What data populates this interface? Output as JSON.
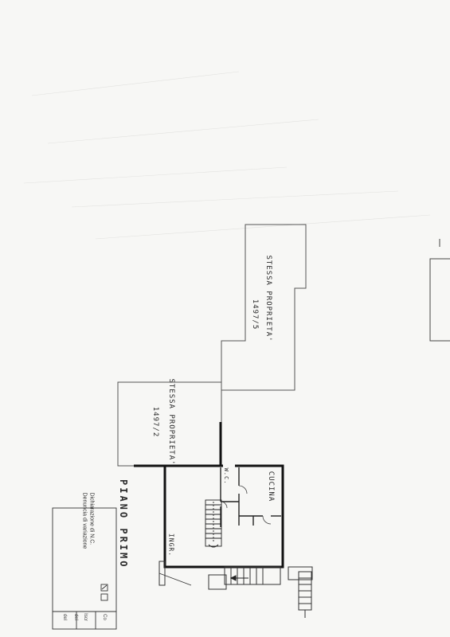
{
  "rooms": {
    "stessa_proprieta_top": "STESSA PROPRIETA'",
    "stessa_proprieta_top_code": "1497/5",
    "stessa_proprieta_left": "STESSA PROPRIETA'",
    "stessa_proprieta_left_code": "1497/2",
    "cucina": "CUCINA",
    "wc": "W.C.",
    "ingresso": "INGR."
  },
  "floor_title": "PIANO PRIMO",
  "legend": {
    "line1": "Dichiarazione di N.C.",
    "line2": "Denuncia di variazione",
    "box1_mark": "☑",
    "box2_mark": "☐",
    "col_a": "Co",
    "col_b1": "Iscr",
    "col_b2": "del",
    "col_b3": "del"
  }
}
